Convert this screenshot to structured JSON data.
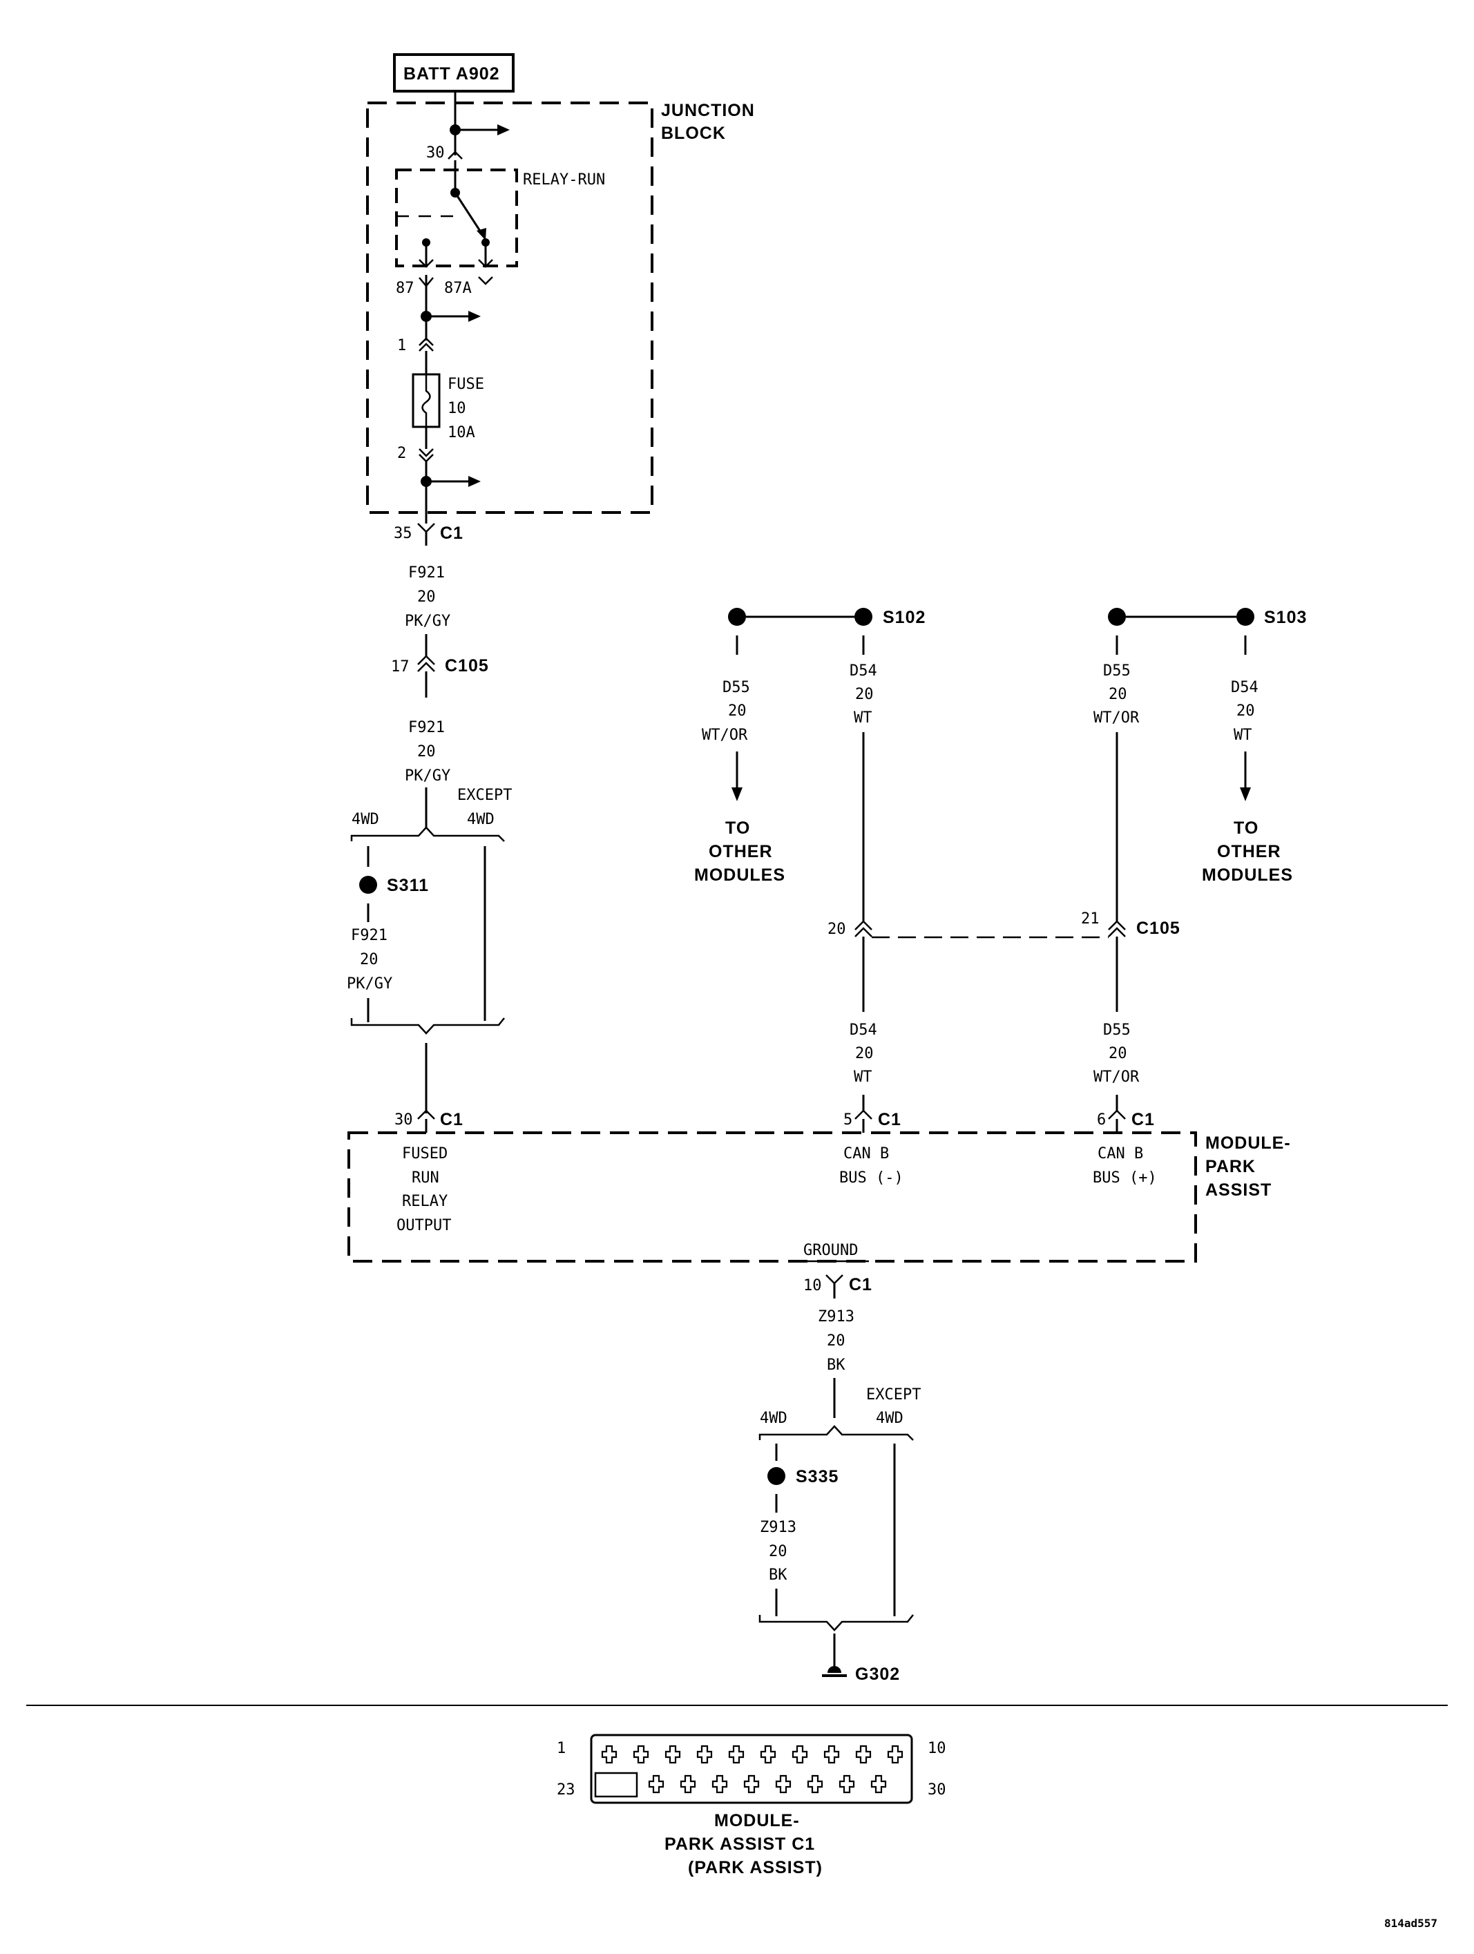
{
  "battery": {
    "label": "BATT A902"
  },
  "junction_block": {
    "title_line1": "JUNCTION",
    "title_line2": "BLOCK"
  },
  "relay": {
    "label": "RELAY-RUN",
    "pin_30": "30",
    "pin_87": "87",
    "pin_87a": "87A"
  },
  "fuse": {
    "label": "FUSE",
    "number": "10",
    "rating": "10A",
    "pin_in": "1",
    "pin_out": "2"
  },
  "connector_c1_pin35": {
    "pin": "35",
    "name": "C1"
  },
  "wire_f921_a": {
    "circuit": "F921",
    "gauge": "20",
    "color": "PK/GY"
  },
  "connector_c105_pin17": {
    "pin": "17",
    "name": "C105"
  },
  "wire_f921_b": {
    "circuit": "F921",
    "gauge": "20",
    "color": "PK/GY"
  },
  "option_split_top": {
    "left": "4WD",
    "right_line1": "EXCEPT",
    "right_line2": "4WD"
  },
  "splice_s311": {
    "name": "S311"
  },
  "wire_f921_c": {
    "circuit": "F921",
    "gauge": "20",
    "color": "PK/GY"
  },
  "splice_s102": {
    "name": "S102",
    "left_wire": {
      "circuit": "D55",
      "gauge": "20",
      "color": "WT/OR"
    },
    "right_wire": {
      "circuit": "D54",
      "gauge": "20",
      "color": "WT"
    },
    "to_other_line1": "TO",
    "to_other_line2": "OTHER",
    "to_other_line3": "MODULES"
  },
  "splice_s103": {
    "name": "S103",
    "left_wire": {
      "circuit": "D55",
      "gauge": "20",
      "color": "WT/OR"
    },
    "right_wire": {
      "circuit": "D54",
      "gauge": "20",
      "color": "WT"
    },
    "to_other_line1": "TO",
    "to_other_line2": "OTHER",
    "to_other_line3": "MODULES"
  },
  "connector_c105_can": {
    "pin_left": "20",
    "pin_right": "21",
    "name": "C105"
  },
  "wire_d54_low": {
    "circuit": "D54",
    "gauge": "20",
    "color": "WT"
  },
  "wire_d55_low": {
    "circuit": "D55",
    "gauge": "20",
    "color": "WT/OR"
  },
  "module_c1_pins": {
    "pin30": "30",
    "pin5": "5",
    "pin6": "6",
    "pin10": "10",
    "name": "C1"
  },
  "module": {
    "title_line1": "MODULE-",
    "title_line2": "PARK",
    "title_line3": "ASSIST",
    "fused_line1": "FUSED",
    "fused_line2": "RUN",
    "fused_line3": "RELAY",
    "fused_line4": "OUTPUT",
    "canb_minus_line1": "CAN B",
    "canb_minus_line2": "BUS (-)",
    "canb_plus_line1": "CAN B",
    "canb_plus_line2": "BUS (+)",
    "ground": "GROUND"
  },
  "wire_z913_a": {
    "circuit": "Z913",
    "gauge": "20",
    "color": "BK"
  },
  "option_split_bottom": {
    "left": "4WD",
    "right_line1": "EXCEPT",
    "right_line2": "4WD"
  },
  "splice_s335": {
    "name": "S335"
  },
  "wire_z913_b": {
    "circuit": "Z913",
    "gauge": "20",
    "color": "BK"
  },
  "ground_g302": {
    "name": "G302"
  },
  "connector_view": {
    "pin_top_left": "1",
    "pin_top_right": "10",
    "pin_bottom_left": "23",
    "pin_bottom_right": "30",
    "caption_line1": "MODULE-",
    "caption_line2": "PARK ASSIST C1",
    "caption_line3": "(PARK ASSIST)"
  },
  "figure_id": "814ad557"
}
